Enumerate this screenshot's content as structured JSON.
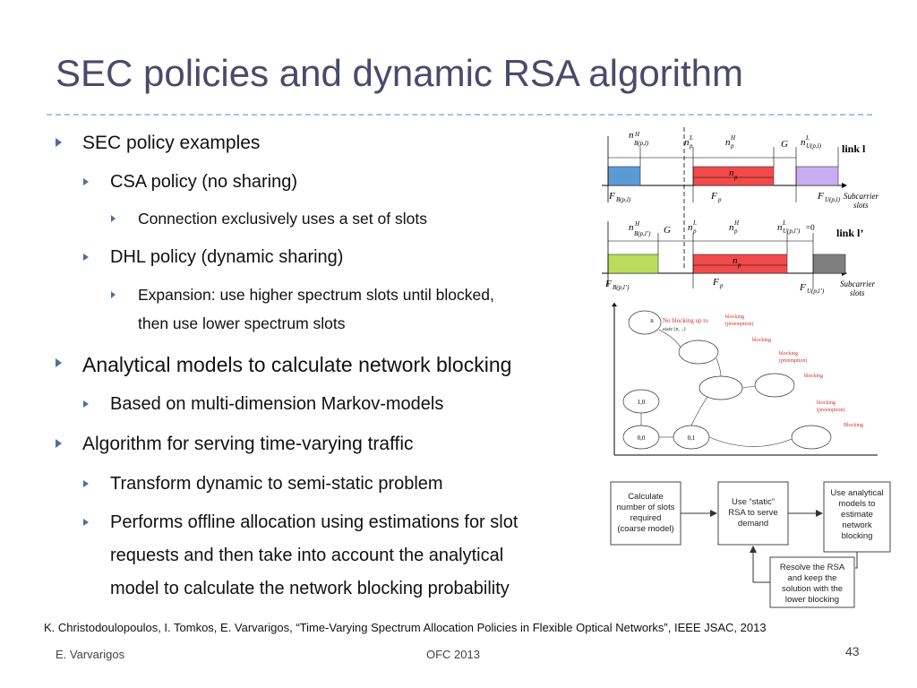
{
  "slide": {
    "title": "SEC policies and dynamic RSA algorithm",
    "bullets": {
      "l1_sec": "SEC policy examples",
      "l2_csa": "CSA policy (no sharing)",
      "l3_csa": "Connection exclusively uses a set of slots",
      "l2_dhl": "DHL policy (dynamic sharing)",
      "l3_dhl_a": "Expansion: use higher spectrum slots until blocked,",
      "l3_dhl_b": "then use lower spectrum slots",
      "l1_models": "Analytical models to calculate network blocking",
      "l2_markov": "Based on multi-dimension Markov-models",
      "l1_algo": "Algorithm for serving time-varying traffic",
      "l2_transform": "Transform dynamic to semi-static problem",
      "l2_offline_a": "Performs offline allocation using estimations for slot",
      "l2_offline_b": "requests and then take into account the analytical",
      "l2_offline_c": "model to calculate the network blocking probability"
    },
    "reference": "K. Christodoulopoulos, I. Tomkos, E. Varvarigos, “Time-Varying Spectrum Allocation Policies in Flexible Optical Networks”, IEEE JSAC, 2013",
    "footer": {
      "author": "E. Varvarigos",
      "conference": "OFC 2013",
      "page_number": "43"
    }
  },
  "spectrum_diagram": {
    "link1": "link l",
    "link2": "link l’",
    "subcarrier1": "Subcarrier",
    "slots1": "slots",
    "subcarrier2": "Subcarrier",
    "slots2": "slots",
    "g1": "G",
    "g2": "G",
    "np1": "n",
    "np2": "n",
    "np_sub": "p",
    "colors": {
      "blue": "#5b9bd5",
      "red": "#f24a4a",
      "lilac": "#c7aef0",
      "green": "#b9dc5c",
      "gray": "#7f7f7f"
    }
  },
  "markov_diagram": {
    "no_blocking": "No blocking up to",
    "state_text": "state (n, ..)",
    "blocking": "blocking",
    "blocking_preemption": "blocking",
    "preemption": "(preemption)",
    "blocking_last": "Blocking",
    "states": [
      "1,0",
      "0,0",
      "0,1"
    ]
  },
  "flowchart": {
    "box1": [
      "Calculate",
      "number of slots",
      "required",
      "(coarse model)"
    ],
    "box2": [
      "Use “static”",
      "RSA to serve",
      "demand"
    ],
    "box3": [
      "Use analytical",
      "models to",
      "estimate",
      "network",
      "blocking"
    ],
    "box4": [
      "Resolve the RSA",
      "and keep the",
      "solution with the",
      "lower blocking"
    ]
  }
}
